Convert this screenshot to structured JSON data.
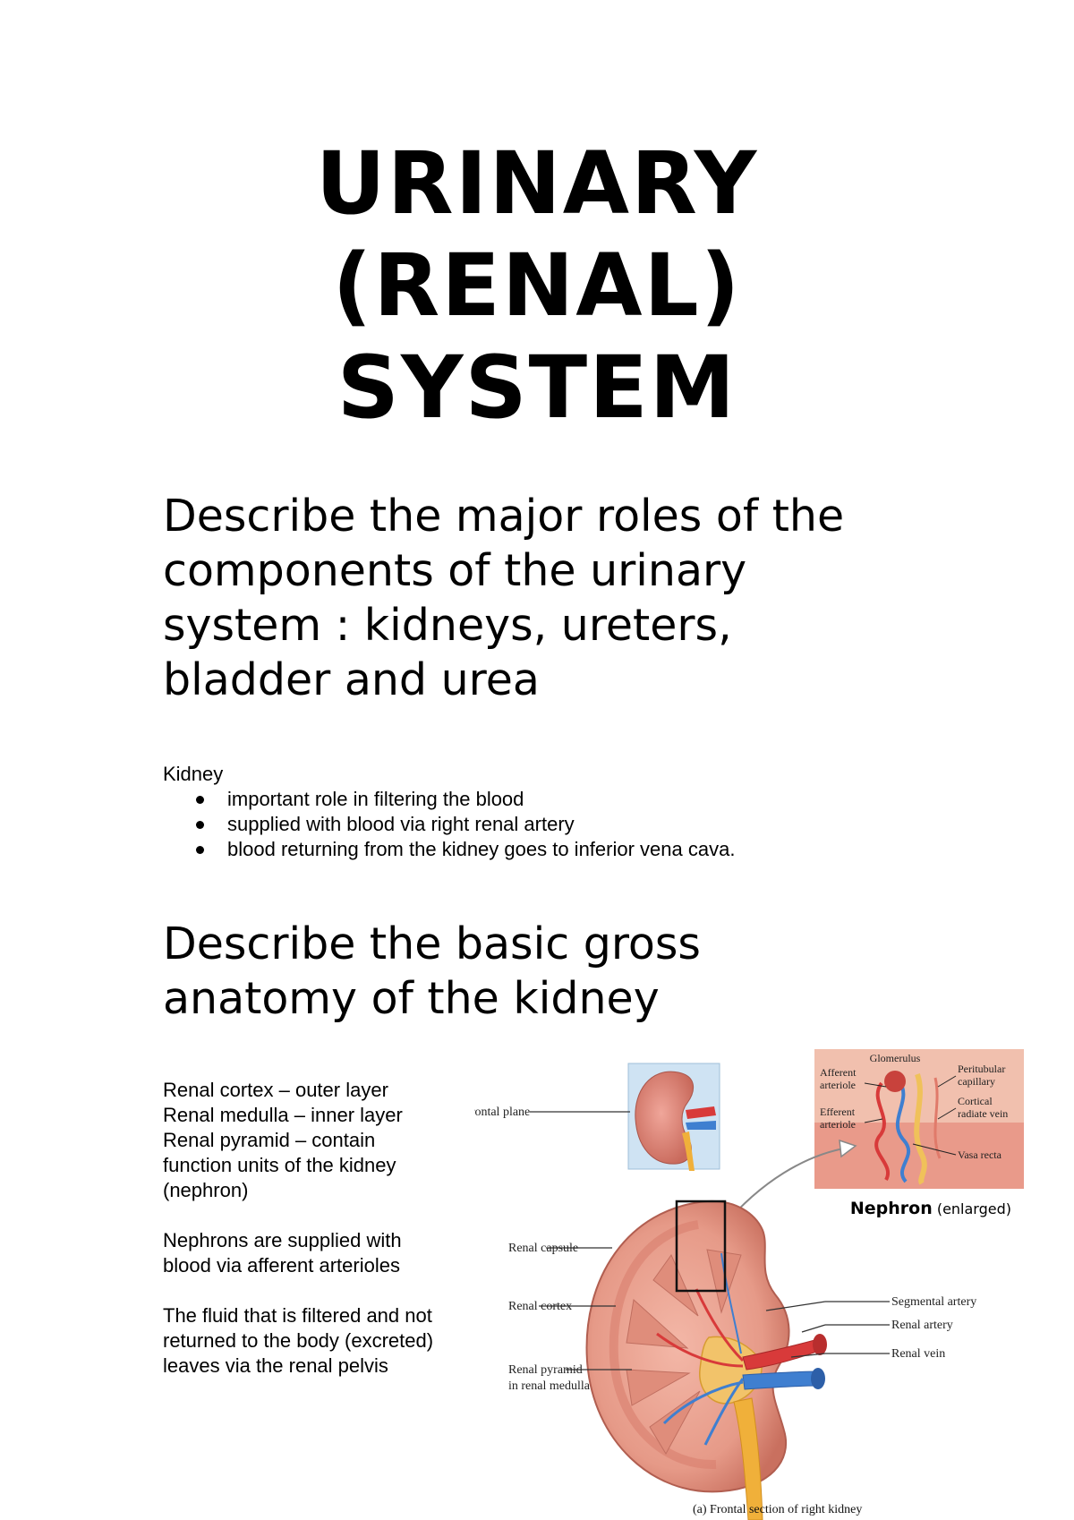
{
  "title": {
    "lines": [
      "URINARY",
      "(RENAL)",
      "SYSTEM"
    ]
  },
  "section1": {
    "heading_lines": [
      "Describe the major roles of the",
      "components of the urinary",
      "system : kidneys, ureters,",
      "bladder and urea"
    ],
    "subheading": "Kidney",
    "bullets": [
      "important role in filtering the blood",
      "supplied with blood via right renal artery",
      "blood returning from the kidney goes to inferior vena cava."
    ]
  },
  "section2": {
    "heading_lines": [
      "Describe the basic gross",
      "anatomy of the kidney"
    ],
    "para1_lines": [
      "Renal cortex – outer layer",
      "Renal medulla – inner layer",
      "Renal pyramid – contain",
      "function units of the kidney",
      "(nephron)"
    ],
    "para2_lines": [
      "Nephrons are supplied with",
      "blood via afferent arterioles"
    ],
    "para3_lines": [
      "The fluid that is filtered and not",
      "returned to the body (excreted)",
      "leaves via the renal pelvis"
    ]
  },
  "figure": {
    "frontal_plane": "Frontal plane",
    "glomerulus": "Glomerulus",
    "afferent": [
      "Afferent",
      "arteriole"
    ],
    "efferent": [
      "Efferent",
      "arteriole"
    ],
    "peritubular": [
      "Peritubular",
      "capillary"
    ],
    "cortical": [
      "Cortical",
      "radiate vein"
    ],
    "vasa_recta": "Vasa recta",
    "nephron_bold": "Nephron",
    "nephron_rest": " (enlarged)",
    "renal_capsule": "Renal capsule",
    "renal_cortex": "Renal cortex",
    "renal_pyramid": [
      "Renal pyramid",
      "in renal medulla"
    ],
    "segmental_artery": "Segmental artery",
    "renal_artery": "Renal artery",
    "renal_vein": "Renal vein",
    "caption": "(a) Frontal section of right kidney"
  }
}
